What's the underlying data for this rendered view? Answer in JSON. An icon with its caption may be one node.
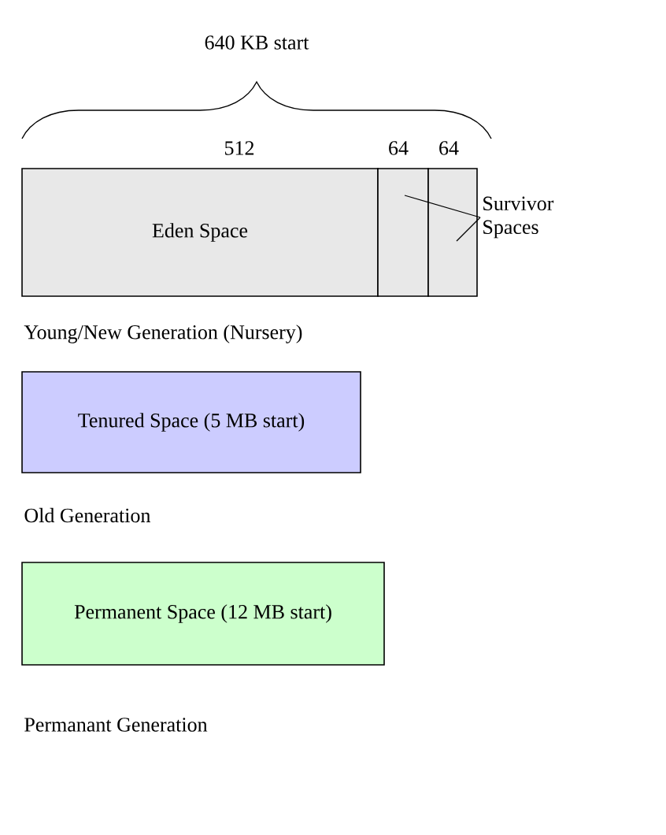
{
  "diagram": {
    "nodes": [
      {
        "text": [
          "Eden Space"
        ]
      },
      {
        "text": [],
        "shape": "box"
      },
      {
        "text": [],
        "shape": "box"
      },
      {
        "text": [
          "Survivor Spaces"
        ]
      },
      {
        "text": [
          "Tenured Space (5 MB start)"
        ]
      },
      {
        "text": [
          "Permanent Space (12 MB start)"
        ]
      }
    ],
    "edges": [
      {
        "from": 3,
        "to": 1,
        "arrow": "none"
      },
      {
        "from": 3,
        "to": 2,
        "arrow": "none"
      }
    ],
    "labels": [
      "640 KB start",
      "512",
      "64",
      "64",
      "Young/New Generation (Nursery)",
      "Old Generation",
      "Permanant Generation"
    ]
  }
}
